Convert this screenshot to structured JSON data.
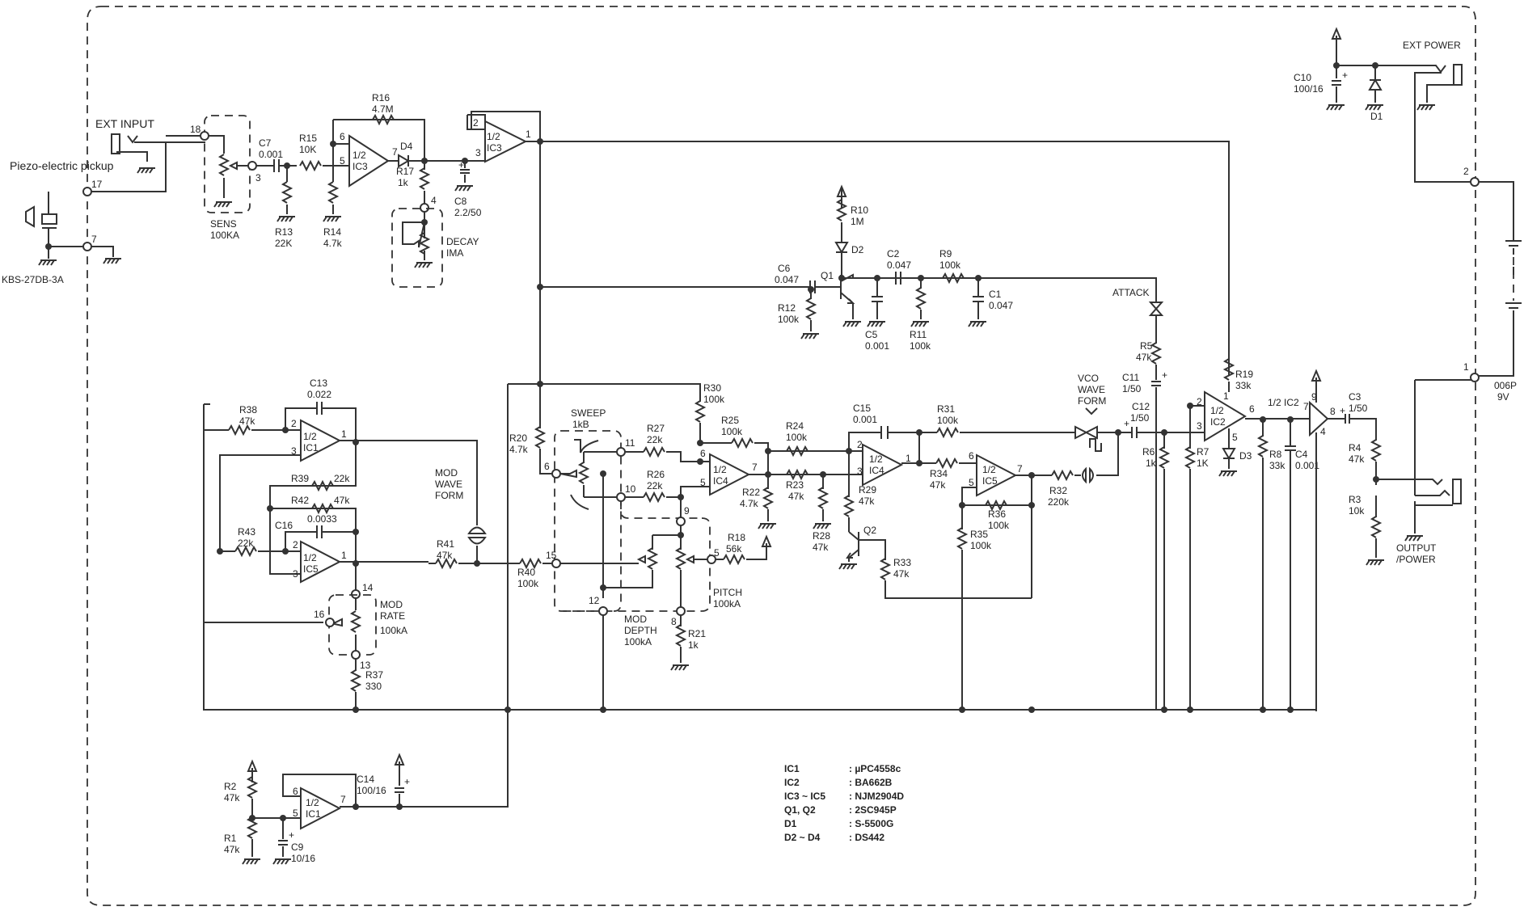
{
  "inputs": {
    "ext_input": "EXT INPUT",
    "piezo": "Piezo-electric pickup",
    "piezo_part": "KBS-27DB-3A",
    "sens": [
      "SENS",
      "100KA"
    ],
    "decay": [
      "DECAY",
      "IMA"
    ],
    "ext_power": "EXT POWER",
    "output": [
      "OUTPUT",
      "/POWER"
    ],
    "battery": [
      "006P",
      "9V"
    ],
    "attack": "ATTACK",
    "vco": [
      "VCO",
      "WAVE",
      "FORM"
    ],
    "modwave": [
      "MOD",
      "WAVE",
      "FORM"
    ],
    "modrate": [
      "MOD",
      "RATE",
      "100kA"
    ],
    "moddepth": [
      "MOD",
      "DEPTH",
      "100kA"
    ],
    "pitch": [
      "PITCH",
      "100kA"
    ],
    "sweep": [
      "SWEEP",
      "1kB"
    ]
  },
  "pins": {
    "p18": "18",
    "p17": "17",
    "p7": "7",
    "p3": "3",
    "p4": "4",
    "p2": "2",
    "p1": "1",
    "p6": "6",
    "p11": "11",
    "p10": "10",
    "p9": "9",
    "p15": "15",
    "p12": "12",
    "p8": "8",
    "p5": "5",
    "p14": "14",
    "p16": "16",
    "p13": "13"
  },
  "components": {
    "C7": [
      "C7",
      "0.001"
    ],
    "R15": [
      "R15",
      "10K"
    ],
    "R13": [
      "R13",
      "22K"
    ],
    "R14": [
      "R14",
      "4.7k"
    ],
    "R16": [
      "R16",
      "4.7M"
    ],
    "D4": "D4",
    "R17": [
      "R17",
      "1k"
    ],
    "C8": [
      "C8",
      "2.2/50"
    ],
    "IC3a": [
      "1/2",
      "IC3"
    ],
    "IC3b": [
      "1/2",
      "IC3"
    ],
    "R10": [
      "R10",
      "1M"
    ],
    "D2": "D2",
    "Q1": "Q1",
    "C6": [
      "C6",
      "0.047"
    ],
    "R12": [
      "R12",
      "100k"
    ],
    "C2": [
      "C2",
      "0.047"
    ],
    "R9": [
      "R9",
      "100k"
    ],
    "C5": [
      "C5",
      "0.001"
    ],
    "R11": [
      "R11",
      "100k"
    ],
    "C1": [
      "C1",
      "0.047"
    ],
    "C10": [
      "C10",
      "100/16"
    ],
    "D1": "D1",
    "R5": [
      "R5",
      "47k"
    ],
    "C11": [
      "C11",
      "1/50"
    ],
    "R19": [
      "R19",
      "33k"
    ],
    "IC2a": [
      "1/2",
      "IC2"
    ],
    "IC2b": "1/2 IC2",
    "D3": "D3",
    "R6": [
      "R6",
      "1k"
    ],
    "R7": [
      "R7",
      "1K"
    ],
    "R8": [
      "R8",
      "33k"
    ],
    "C4": [
      "C4",
      "0.001"
    ],
    "C3": [
      "C3",
      "1/50"
    ],
    "R4": [
      "R4",
      "47k"
    ],
    "R3": [
      "R3",
      "10k"
    ],
    "C13": [
      "C13",
      "0.022"
    ],
    "R38": [
      "R38",
      "47k"
    ],
    "IC1a": [
      "1/2",
      "IC1"
    ],
    "R39": [
      "R39",
      "22k"
    ],
    "R42": [
      "R42",
      "47k"
    ],
    "C16": [
      "C16",
      "0.0033"
    ],
    "R43": [
      "R43",
      "22k"
    ],
    "IC5a": [
      "1/2",
      "IC5"
    ],
    "R41": [
      "R41",
      "47k"
    ],
    "R40": [
      "R40",
      "100k"
    ],
    "R37": [
      "R37",
      "330"
    ],
    "R20": [
      "R20",
      "4.7k"
    ],
    "R30": [
      "R30",
      "100k"
    ],
    "R27": [
      "R27",
      "22k"
    ],
    "R26": [
      "R26",
      "22k"
    ],
    "R25": [
      "R25",
      "100k"
    ],
    "IC4a": [
      "1/2",
      "IC4"
    ],
    "R22": [
      "R22",
      "4.7k"
    ],
    "R24": [
      "R24",
      "100k"
    ],
    "R23": [
      "R23",
      "47k"
    ],
    "R28": [
      "R28",
      "47k"
    ],
    "R18": [
      "R18",
      "56k"
    ],
    "R21": [
      "R21",
      "1k"
    ],
    "C15": [
      "C15",
      "0.001"
    ],
    "R31": [
      "R31",
      "100k"
    ],
    "IC4b": [
      "1/2",
      "IC4"
    ],
    "R34": [
      "R34",
      "47k"
    ],
    "IC5b": [
      "1/2",
      "IC5"
    ],
    "R29": [
      "R29",
      "47k"
    ],
    "Q2": "Q2",
    "R33": [
      "R33",
      "47k"
    ],
    "R35": [
      "R35",
      "100k"
    ],
    "R36": [
      "R36",
      "100k"
    ],
    "R32": [
      "R32",
      "220k"
    ],
    "C12": [
      "C12",
      "1/50"
    ],
    "R2": [
      "R2",
      "47k"
    ],
    "R1": [
      "R1",
      "47k"
    ],
    "IC1b": [
      "1/2",
      "IC1"
    ],
    "C9": [
      "C9",
      "10/16"
    ],
    "C14": [
      "C14",
      "100/16"
    ]
  },
  "parts_list": [
    {
      "ref": "IC1",
      "part": ": µPC4558c"
    },
    {
      "ref": "IC2",
      "part": ": BA662B"
    },
    {
      "ref": "IC3 ~ IC5",
      "part": ": NJM2904D"
    },
    {
      "ref": "Q1, Q2",
      "part": ": 2SC945P"
    },
    {
      "ref": "D1",
      "part": ": S-5500G"
    },
    {
      "ref": "D2 ~ D4",
      "part": ": DS442"
    }
  ]
}
